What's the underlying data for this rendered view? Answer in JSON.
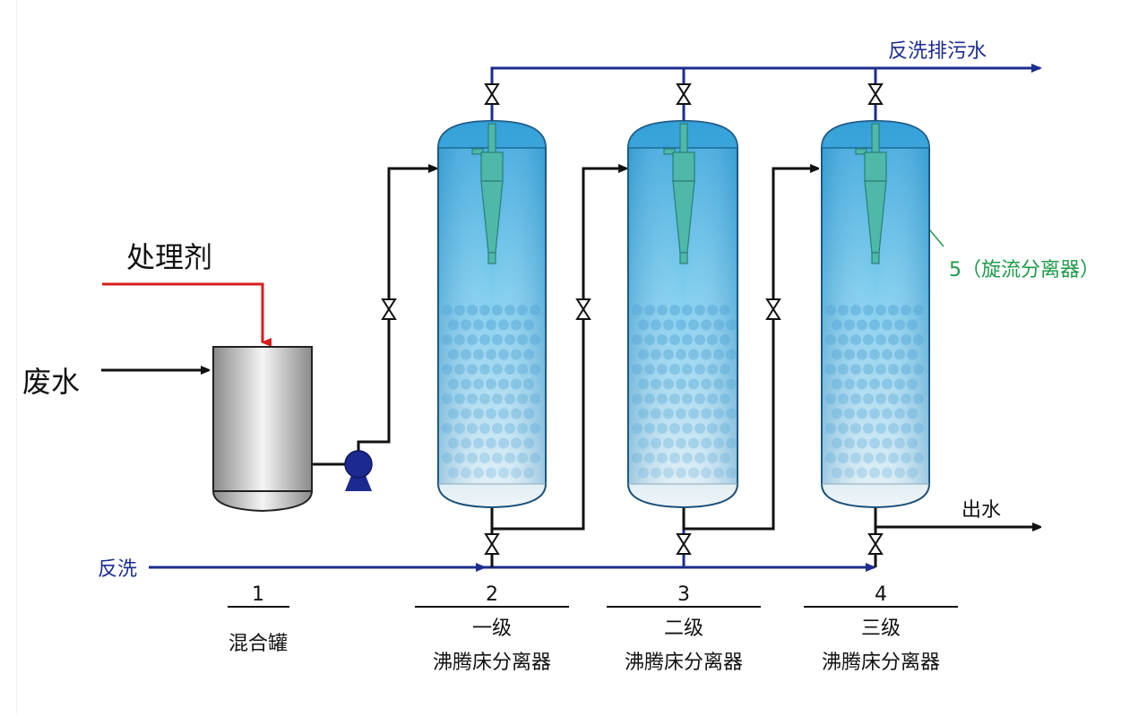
{
  "labels": {
    "agent": "处理剂",
    "wastewater": "废水",
    "backwash": "反洗",
    "backwash_discharge": "反洗排污水",
    "outlet": "出水",
    "cyclone": "5（旋流分离器）"
  },
  "units": [
    {
      "number": "1",
      "name_line1": "混合罐",
      "name_line2": ""
    },
    {
      "number": "2",
      "name_line1": "一级",
      "name_line2": "沸腾床分离器"
    },
    {
      "number": "3",
      "name_line1": "二级",
      "name_line2": "沸腾床分离器"
    },
    {
      "number": "4",
      "name_line1": "三级",
      "name_line2": "沸腾床分离器"
    }
  ],
  "colors": {
    "backwash_line": "#1c2d8f",
    "agent_line": "#d81e1e",
    "process_line": "#111111",
    "cyclone_label": "#1f9a4a",
    "pump": "#1c2a8f",
    "vessel_fill": "#4fb3e3"
  }
}
